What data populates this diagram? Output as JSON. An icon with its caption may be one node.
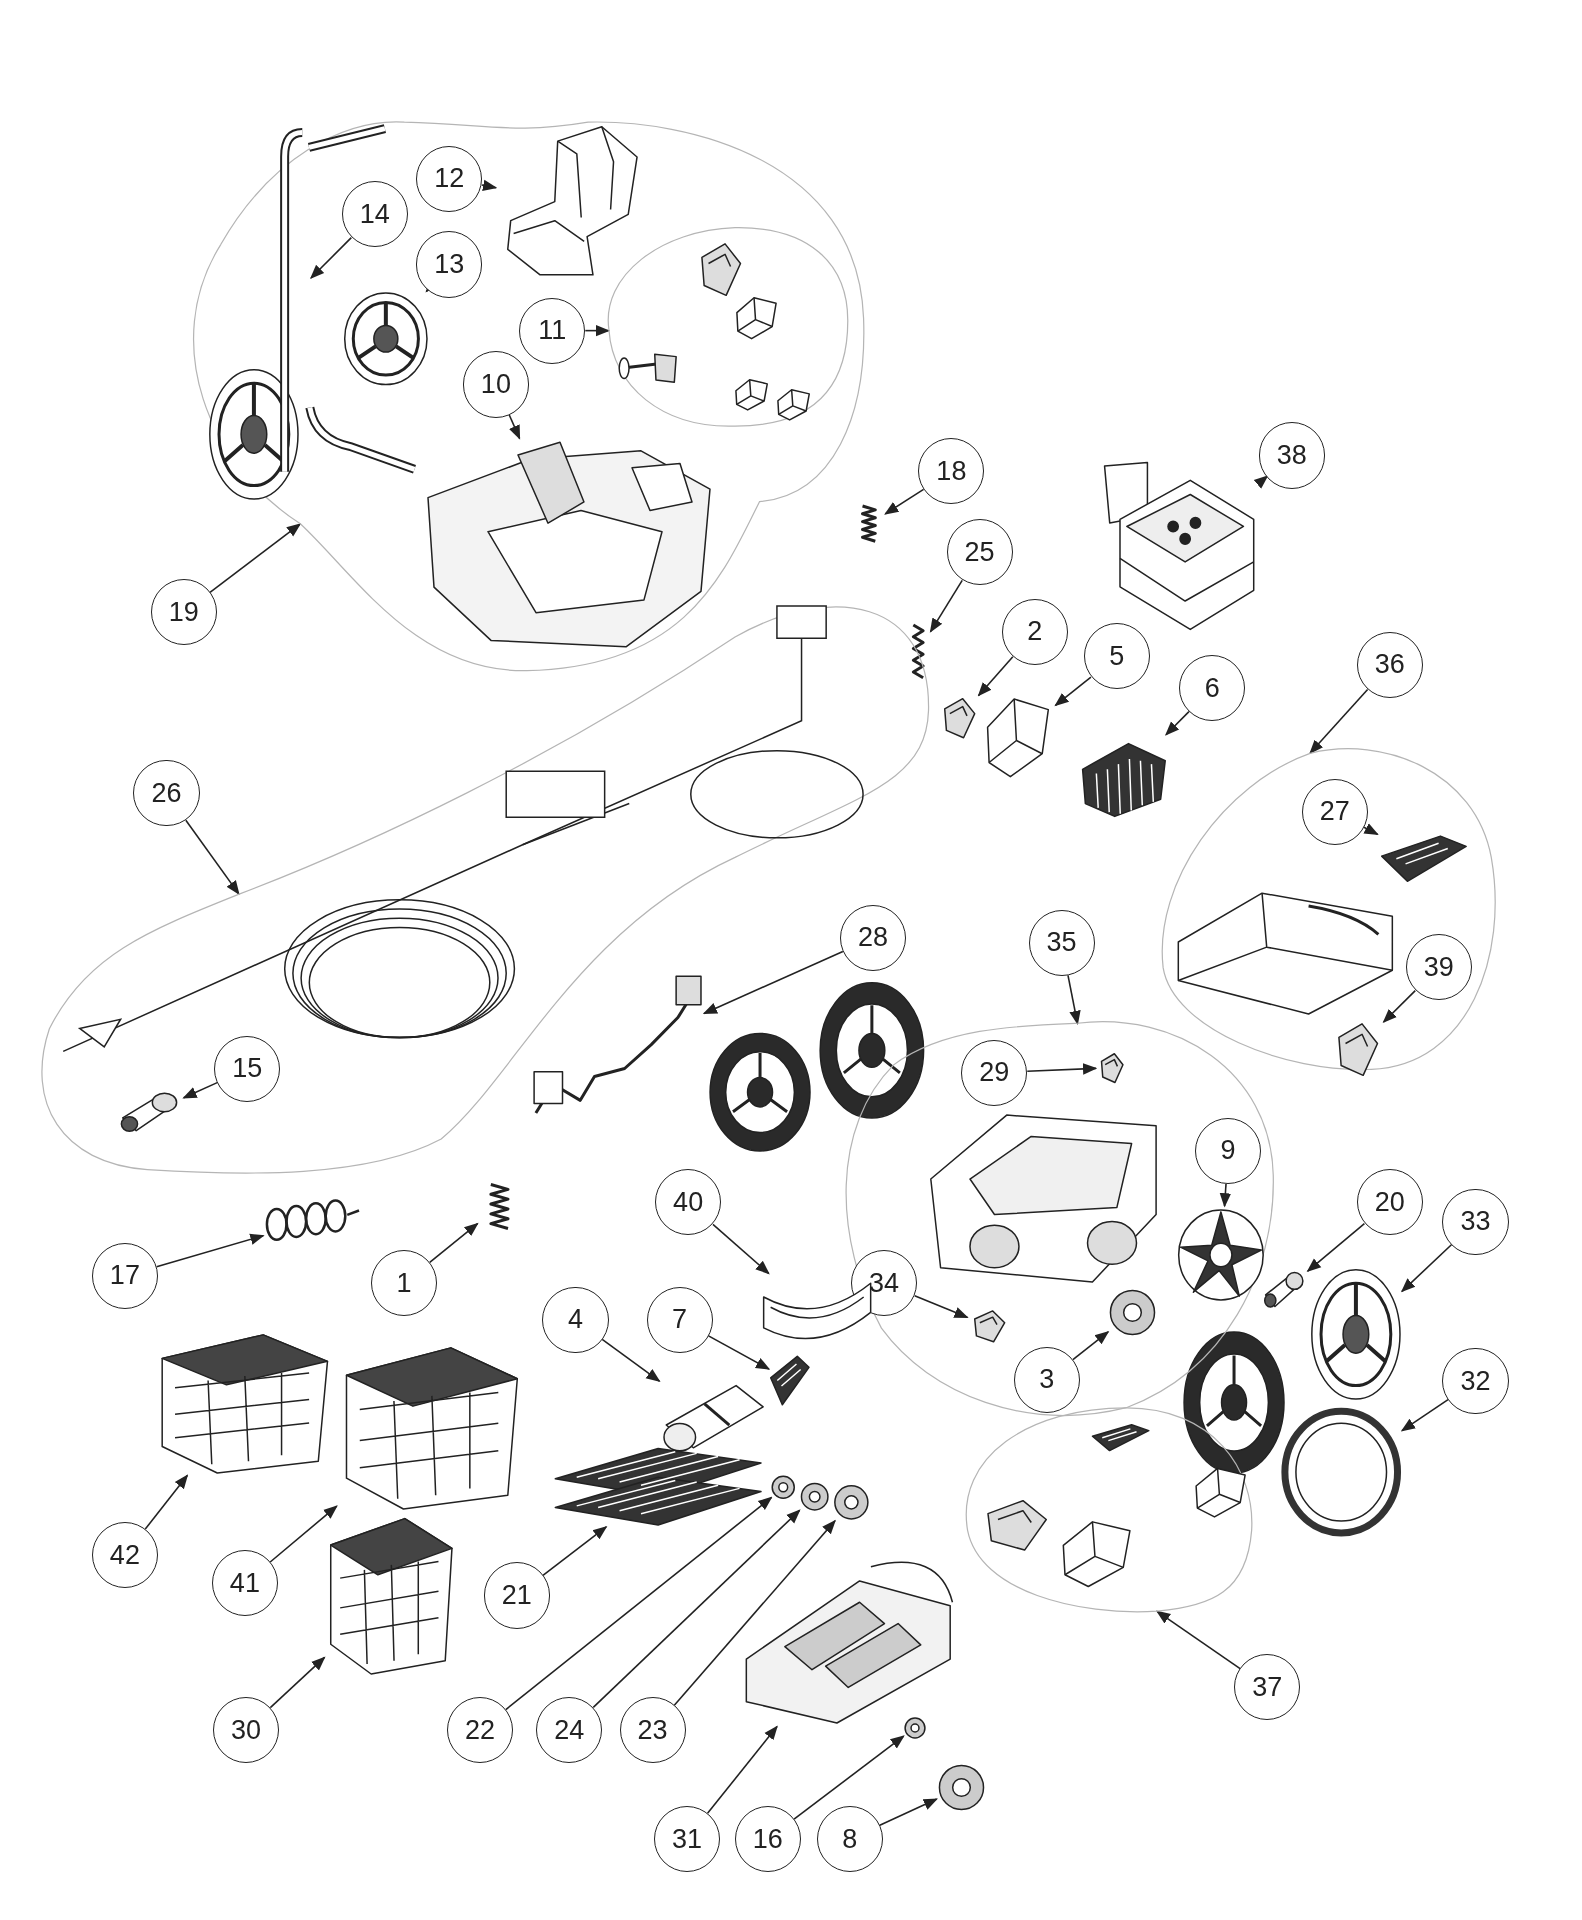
{
  "diagram": {
    "nodes": [
      {
        "text": [],
        "shape": "cloud"
      },
      {
        "text": [
          "12"
        ],
        "in": 0
      },
      {
        "text": [],
        "shape": "picture",
        "in": 0
      },
      {
        "text": [
          "14"
        ],
        "in": 0
      },
      {
        "text": [],
        "shape": "picture",
        "in": 0
      },
      {
        "text": [
          "13"
        ],
        "in": 0
      },
      {
        "text": [],
        "shape": "picture",
        "in": 0
      },
      {
        "text": [],
        "shape": "cloud",
        "in": 0
      },
      {
        "text": [
          "11"
        ],
        "in": 0
      },
      {
        "text": [
          "10"
        ],
        "in": 0
      },
      {
        "text": [],
        "shape": "picture",
        "in": 0
      },
      {
        "text": [
          "18"
        ]
      },
      {
        "text": [],
        "shape": "picture"
      },
      {
        "text": [
          "38"
        ]
      },
      {
        "text": [],
        "shape": "picture"
      },
      {
        "text": [
          "19"
        ]
      },
      {
        "text": [
          "25"
        ]
      },
      {
        "text": [],
        "shape": "picture"
      },
      {
        "text": [
          "2"
        ]
      },
      {
        "text": [],
        "shape": "picture"
      },
      {
        "text": [
          "5"
        ]
      },
      {
        "text": [],
        "shape": "picture"
      },
      {
        "text": [
          "6"
        ]
      },
      {
        "text": [],
        "shape": "picture"
      },
      {
        "text": [
          "36"
        ]
      },
      {
        "text": [],
        "shape": "cloud"
      },
      {
        "text": [
          "27"
        ],
        "in": 25
      },
      {
        "text": [],
        "shape": "picture",
        "in": 25
      },
      {
        "text": [
          "39"
        ],
        "in": 25
      },
      {
        "text": [],
        "shape": "picture",
        "in": 25
      },
      {
        "text": [
          "26"
        ]
      },
      {
        "text": [],
        "shape": "cloud"
      },
      {
        "text": [
          "15"
        ],
        "in": 31
      },
      {
        "text": [],
        "shape": "picture",
        "in": 31
      },
      {
        "text": [
          "28"
        ]
      },
      {
        "text": [],
        "shape": "picture"
      },
      {
        "text": [
          "35"
        ]
      },
      {
        "text": [],
        "shape": "cloud"
      },
      {
        "text": [
          "29"
        ],
        "in": 37
      },
      {
        "text": [],
        "shape": "picture",
        "in": 37
      },
      {
        "text": [
          "9"
        ],
        "in": 37
      },
      {
        "text": [],
        "shape": "picture",
        "in": 37
      },
      {
        "text": [
          "34"
        ],
        "in": 37
      },
      {
        "text": [],
        "shape": "picture",
        "in": 37
      },
      {
        "text": [
          "3"
        ],
        "in": 37
      },
      {
        "text": [],
        "shape": "picture",
        "in": 37
      },
      {
        "text": [
          "17"
        ]
      },
      {
        "text": [],
        "shape": "picture"
      },
      {
        "text": [
          "1"
        ]
      },
      {
        "text": [],
        "shape": "picture"
      },
      {
        "text": [
          "40"
        ]
      },
      {
        "text": [],
        "shape": "picture"
      },
      {
        "text": [
          "20"
        ]
      },
      {
        "text": [],
        "shape": "picture"
      },
      {
        "text": [
          "33"
        ]
      },
      {
        "text": [],
        "shape": "picture"
      },
      {
        "text": [
          "4"
        ]
      },
      {
        "text": [],
        "shape": "picture"
      },
      {
        "text": [
          "7"
        ]
      },
      {
        "text": [],
        "shape": "picture"
      },
      {
        "text": [
          "32"
        ]
      },
      {
        "text": [],
        "shape": "picture"
      },
      {
        "text": [
          "42"
        ]
      },
      {
        "text": [],
        "shape": "picture"
      },
      {
        "text": [
          "41"
        ]
      },
      {
        "text": [],
        "shape": "picture"
      },
      {
        "text": [
          "21"
        ]
      },
      {
        "text": [],
        "shape": "picture"
      },
      {
        "text": [],
        "shape": "cloud"
      },
      {
        "text": [
          "37"
        ]
      },
      {
        "text": [
          "30"
        ]
      },
      {
        "text": [],
        "shape": "picture"
      },
      {
        "text": [
          "22"
        ]
      },
      {
        "text": [],
        "shape": "picture"
      },
      {
        "text": [
          "24"
        ]
      },
      {
        "text": [],
        "shape": "picture"
      },
      {
        "text": [
          "23"
        ]
      },
      {
        "text": [],
        "shape": "picture"
      },
      {
        "text": [
          "31"
        ]
      },
      {
        "text": [],
        "shape": "picture"
      },
      {
        "text": [
          "16"
        ]
      },
      {
        "text": [],
        "shape": "picture"
      },
      {
        "text": [
          "8"
        ]
      },
      {
        "text": [],
        "shape": "picture"
      }
    ],
    "edges": [
      {
        "from": 1,
        "to": 2,
        "arrow": "to"
      },
      {
        "from": 3,
        "to": 4,
        "arrow": "to"
      },
      {
        "from": 5,
        "to": 6,
        "arrow": "to"
      },
      {
        "from": 8,
        "to": 7,
        "arrow": "to"
      },
      {
        "from": 9,
        "to": 10,
        "arrow": "to"
      },
      {
        "from": 11,
        "to": 12,
        "arrow": "to"
      },
      {
        "from": 13,
        "to": 14,
        "arrow": "to"
      },
      {
        "from": 15,
        "to": 0,
        "arrow": "to"
      },
      {
        "from": 16,
        "to": 17,
        "arrow": "to"
      },
      {
        "from": 18,
        "to": 19,
        "arrow": "to"
      },
      {
        "from": 20,
        "to": 21,
        "arrow": "to"
      },
      {
        "from": 22,
        "to": 23,
        "arrow": "to"
      },
      {
        "from": 24,
        "to": 25,
        "arrow": "to"
      },
      {
        "from": 26,
        "to": 27,
        "arrow": "to"
      },
      {
        "from": 28,
        "to": 29,
        "arrow": "to"
      },
      {
        "from": 30,
        "to": 31,
        "arrow": "to"
      },
      {
        "from": 32,
        "to": 33,
        "arrow": "to"
      },
      {
        "from": 34,
        "to": 35,
        "arrow": "to"
      },
      {
        "from": 36,
        "to": 37,
        "arrow": "to"
      },
      {
        "from": 38,
        "to": 39,
        "arrow": "to"
      },
      {
        "from": 40,
        "to": 41,
        "arrow": "to"
      },
      {
        "from": 42,
        "to": 43,
        "arrow": "to"
      },
      {
        "from": 44,
        "to": 45,
        "arrow": "to"
      },
      {
        "from": 46,
        "to": 47,
        "arrow": "to"
      },
      {
        "from": 48,
        "to": 49,
        "arrow": "to"
      },
      {
        "from": 50,
        "to": 51,
        "arrow": "to"
      },
      {
        "from": 52,
        "to": 53,
        "arrow": "to"
      },
      {
        "from": 54,
        "to": 55,
        "arrow": "to"
      },
      {
        "from": 56,
        "to": 57,
        "arrow": "to"
      },
      {
        "from": 58,
        "to": 59,
        "arrow": "to"
      },
      {
        "from": 60,
        "to": 61,
        "arrow": "to"
      },
      {
        "from": 62,
        "to": 63,
        "arrow": "to"
      },
      {
        "from": 64,
        "to": 65,
        "arrow": "to"
      },
      {
        "from": 66,
        "to": 67,
        "arrow": "to"
      },
      {
        "from": 69,
        "to": 68,
        "arrow": "to"
      },
      {
        "from": 70,
        "to": 71,
        "arrow": "to"
      },
      {
        "from": 72,
        "to": 73,
        "arrow": "to"
      },
      {
        "from": 74,
        "to": 75,
        "arrow": "to"
      },
      {
        "from": 76,
        "to": 77,
        "arrow": "to"
      },
      {
        "from": 78,
        "to": 79,
        "arrow": "to"
      },
      {
        "from": 80,
        "to": 81,
        "arrow": "to"
      },
      {
        "from": 82,
        "to": 83,
        "arrow": "to"
      }
    ]
  }
}
